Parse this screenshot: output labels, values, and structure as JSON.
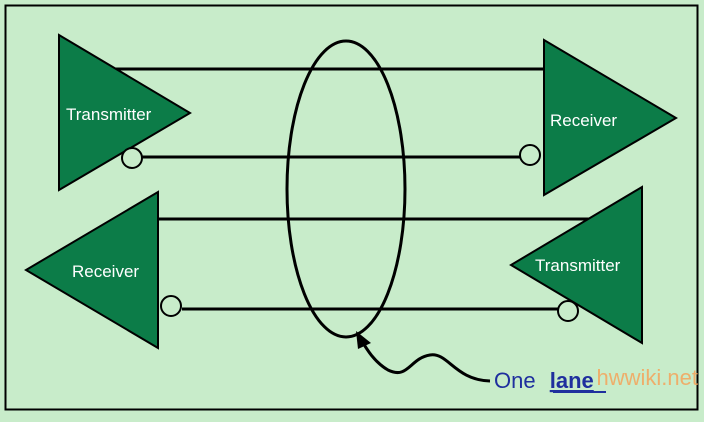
{
  "diagram": {
    "top_left_block": "Transmitter",
    "top_right_block": "Receiver",
    "bottom_left_block": "Receiver",
    "bottom_right_block": "Transmitter",
    "callout_prefix": "One",
    "callout_link": "lane",
    "watermark": "hwwiki.net"
  },
  "colors": {
    "background": "#c8ecca",
    "block_fill": "#0c7c48",
    "line": "#000000",
    "callout_text": "#1f2f9e",
    "watermark": "#f5a35a"
  }
}
